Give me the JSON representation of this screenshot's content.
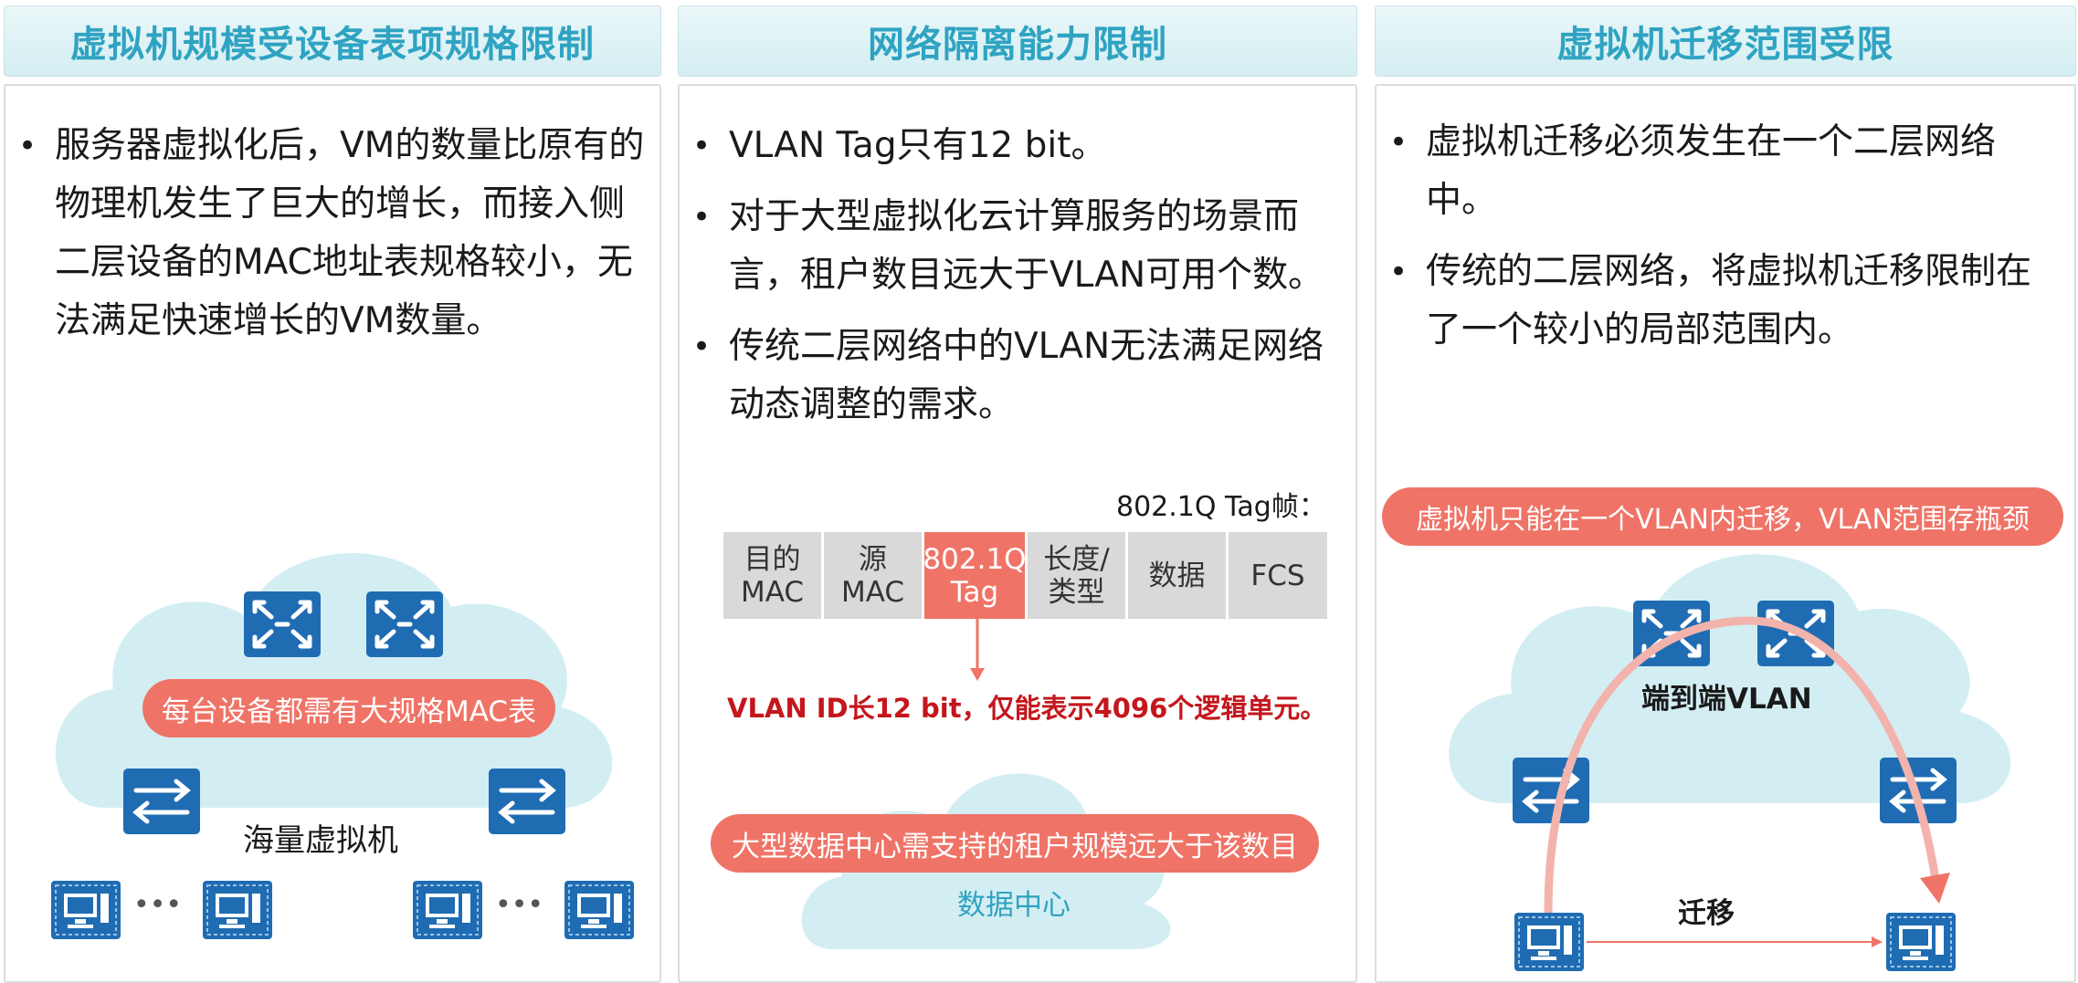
{
  "columns": [
    {
      "title": "虚拟机规模受设备表项规格限制",
      "bullets": [
        "服务器虚拟化后，VM的数量比原有的物理机发生了巨大的增长，而接入侧二层设备的MAC地址表规格较小，无法满足快速增长的VM数量。"
      ],
      "callout": "每台设备都需有大规格MAC表",
      "caption": "海量虚拟机",
      "ellipsis": [
        "•••",
        "•••"
      ]
    },
    {
      "title": "网络隔离能力限制",
      "bullets": [
        "VLAN Tag只有12 bit。",
        "对于大型虚拟化云计算服务的场景而言，租户数目远大于VLAN可用个数。",
        "传统二层网络中的VLAN无法满足网络动态调整的需求。"
      ],
      "frame_title": "802.1Q Tag帧：",
      "frame_fields": [
        "目的\nMAC",
        "源\nMAC",
        "802.1Q\nTag",
        "长度/\n类型",
        "数据",
        "FCS"
      ],
      "vlan_note": "VLAN ID长12 bit，仅能表示4096个逻辑单元。",
      "callout": "大型数据中心需支持的租户规模远大于该数目",
      "caption": "数据中心"
    },
    {
      "title": "虚拟机迁移范围受限",
      "bullets": [
        "虚拟机迁移必须发生在一个二层网络中。",
        "传统的二层网络，将虚拟机迁移限制在了一个较小的局部范围内。"
      ],
      "callout": "虚拟机只能在一个VLAN内迁移，VLAN范围存瓶颈",
      "vlan_label": "端到端VLAN",
      "migrate_label": "迁移"
    }
  ],
  "colors": {
    "header_text": "#2fa3c2",
    "cloud": "#d3eef3",
    "accent_red": "#ef7467",
    "note_red": "#c4161c",
    "icon_blue": "#1f6cb3"
  },
  "icons": [
    "core-switch-icon",
    "access-switch-icon",
    "server-vm-icon",
    "migration-arrow-icon"
  ]
}
